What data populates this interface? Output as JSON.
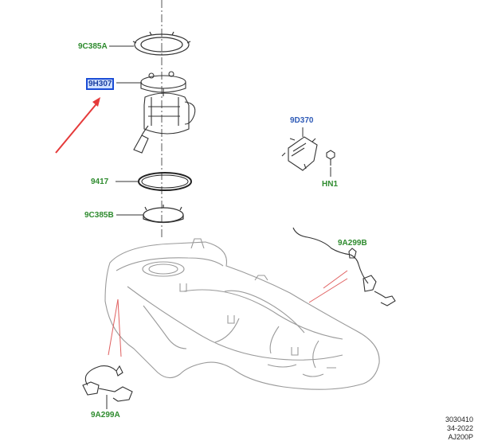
{
  "callouts": {
    "lock_ring": "9C385A",
    "pump_module": "9H307",
    "seal": "9417",
    "lock_ring_b": "9C385B",
    "module": "9D370",
    "nut": "HN1",
    "harness_b": "9A299B",
    "harness_a": "9A299A"
  },
  "reference": {
    "line1": "3030410",
    "line2": "34-2022",
    "line3": "AJ200P"
  },
  "colors": {
    "green_label": "#2e8b2e",
    "blue_label": "#2f5bb7",
    "highlight_box": "#1a4cd6",
    "arrow": "#e53a3a",
    "leader_red": "#e06060"
  }
}
